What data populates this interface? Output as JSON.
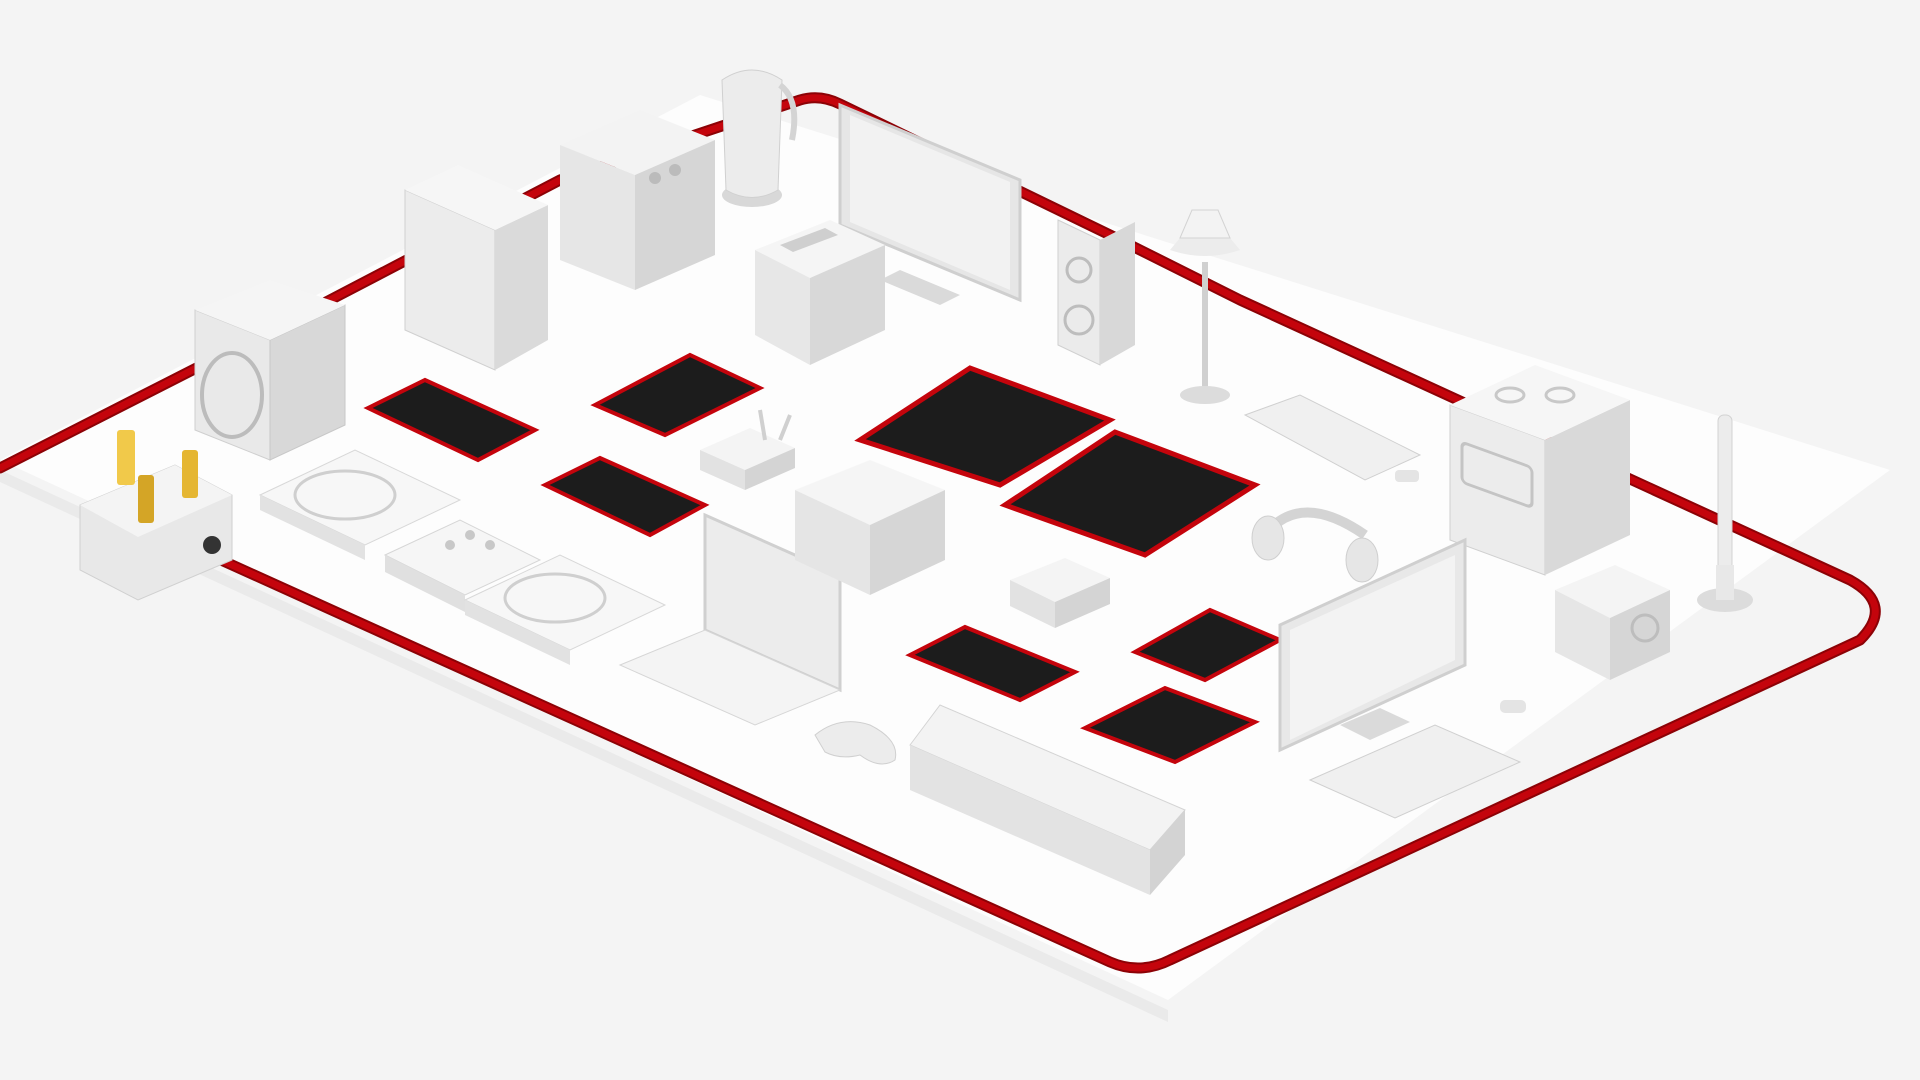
{
  "scene": {
    "description_hidden": "",
    "colors": {
      "background": "#f4f4f4",
      "board_top": "#ffffff",
      "board_edge": "#e6e6e6",
      "cable_red": "#c4040c",
      "cable_dark": "#8c0206",
      "device_light": "#efefef",
      "device_mid": "#dcdcdc",
      "device_dark": "#c4c4c4",
      "screen_dark": "#1c1c1c",
      "plug_pin": "#f1c94a"
    },
    "objects": [
      {
        "name": "uk-plug",
        "icon": "plug-icon"
      },
      {
        "name": "power-cable",
        "icon": "cable-icon"
      },
      {
        "name": "washing-machine",
        "icon": "washing-machine-icon"
      },
      {
        "name": "pc-tower",
        "icon": "computer-tower-icon"
      },
      {
        "name": "coffee-machine",
        "icon": "coffee-machine-icon"
      },
      {
        "name": "kettle",
        "icon": "kettle-icon"
      },
      {
        "name": "television",
        "icon": "tv-icon"
      },
      {
        "name": "toaster",
        "icon": "toaster-icon"
      },
      {
        "name": "speaker",
        "icon": "speaker-icon"
      },
      {
        "name": "lamp",
        "icon": "lamp-icon"
      },
      {
        "name": "keyboard",
        "icon": "keyboard-icon"
      },
      {
        "name": "cooker",
        "icon": "oven-icon"
      },
      {
        "name": "electric-toothbrush",
        "icon": "toothbrush-icon"
      },
      {
        "name": "turntable-left",
        "icon": "turntable-icon"
      },
      {
        "name": "dj-mixer",
        "icon": "mixer-icon"
      },
      {
        "name": "turntable-right",
        "icon": "turntable-icon"
      },
      {
        "name": "laptop",
        "icon": "laptop-icon"
      },
      {
        "name": "microwave",
        "icon": "microwave-icon"
      },
      {
        "name": "router",
        "icon": "router-icon"
      },
      {
        "name": "headphones",
        "icon": "headphones-icon"
      },
      {
        "name": "set-top-box",
        "icon": "box-icon"
      },
      {
        "name": "monitor",
        "icon": "monitor-icon"
      },
      {
        "name": "desktop-keyboard",
        "icon": "keyboard-icon"
      },
      {
        "name": "camera",
        "icon": "camera-icon"
      },
      {
        "name": "game-controller",
        "icon": "gamepad-icon"
      },
      {
        "name": "air-conditioner",
        "icon": "air-conditioner-icon"
      },
      {
        "name": "tablet-screens",
        "icon": "tablet-icon"
      }
    ]
  }
}
